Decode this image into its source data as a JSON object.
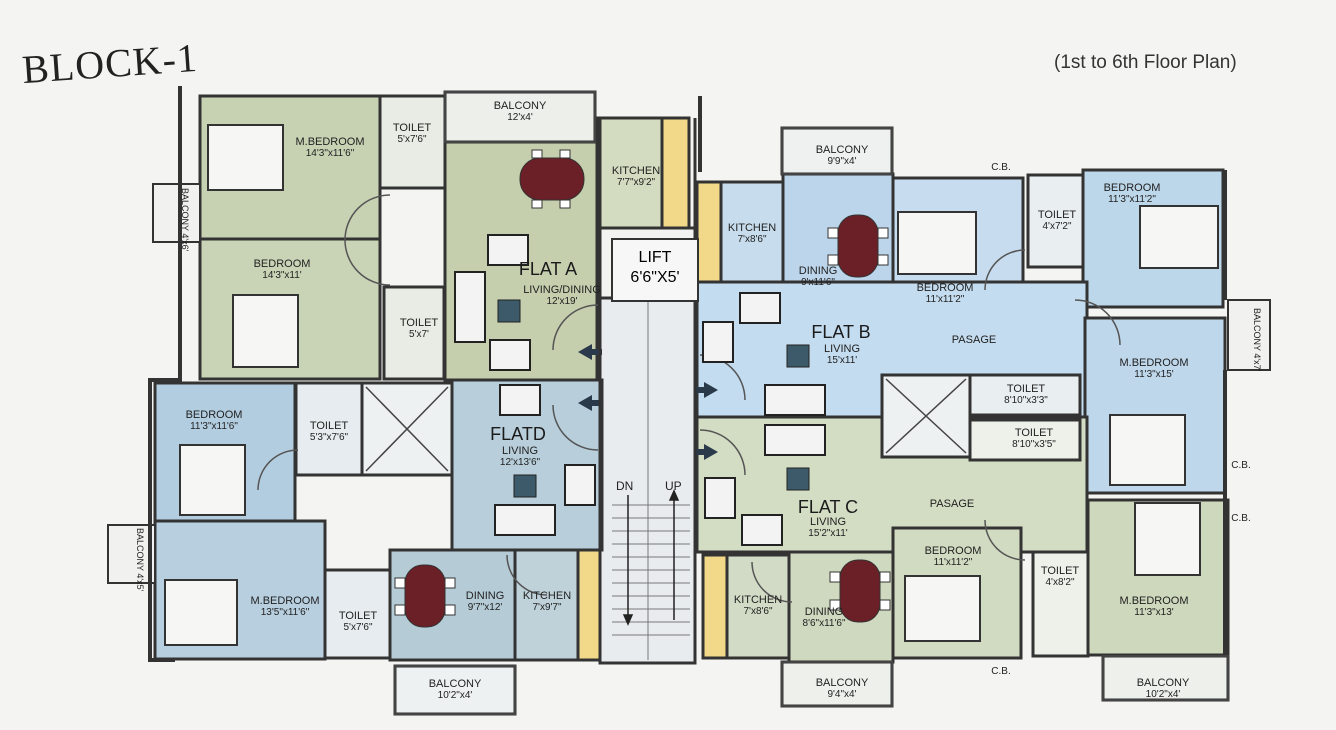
{
  "title": "BLOCK-1",
  "subtitle": "(1st to 6th Floor Plan)",
  "lift": {
    "name": "LIFT",
    "dims": "6'6\"X5'"
  },
  "stairs": {
    "dn": "DN",
    "up": "UP"
  },
  "flats": {
    "a": "FLAT A",
    "b": "FLAT B",
    "c": "FLAT C",
    "d": "FLATD"
  },
  "rooms": {
    "a_mbed": {
      "name": "M.BEDROOM",
      "dims": "14'3\"x11'6\""
    },
    "a_bed": {
      "name": "BEDROOM",
      "dims": "14'3\"x11'"
    },
    "a_toilet1": {
      "name": "TOILET",
      "dims": "5'x7'6\""
    },
    "a_toilet2": {
      "name": "TOILET",
      "dims": "5'x7'"
    },
    "a_balcony": {
      "name": "BALCONY",
      "dims": "12'x4'"
    },
    "a_kitchen": {
      "name": "KITCHEN",
      "dims": "7'7\"x9'2\""
    },
    "a_living": {
      "name": "LIVING/DINING",
      "dims": "12'x19'"
    },
    "a_balc_side": {
      "name": "BALCONY",
      "dims": "4'x6'"
    },
    "b_balcony": {
      "name": "BALCONY",
      "dims": "9'9\"x4'"
    },
    "b_kitchen": {
      "name": "KITCHEN",
      "dims": "7'x8'6\""
    },
    "b_dining": {
      "name": "DINING",
      "dims": "9'x11'6\""
    },
    "b_bed": {
      "name": "BEDROOM",
      "dims": "11'x11'2\""
    },
    "b_toilet1": {
      "name": "TOILET",
      "dims": "4'x7'2\""
    },
    "b_bed2": {
      "name": "BEDROOM",
      "dims": "11'3\"x11'2\""
    },
    "b_living": {
      "name": "LIVING",
      "dims": "15'x11'"
    },
    "b_pasage": {
      "name": "PASAGE"
    },
    "b_mbed": {
      "name": "M.BEDROOM",
      "dims": "11'3\"x15'"
    },
    "b_toilet2": {
      "name": "TOILET",
      "dims": "8'10\"x3'3\""
    },
    "b_balc_side": {
      "name": "BALCONY",
      "dims": "4'x7'"
    },
    "c_toilet": {
      "name": "TOILET",
      "dims": "8'10\"x3'5\""
    },
    "c_living": {
      "name": "LIVING",
      "dims": "15'2\"x11'"
    },
    "c_pasage": {
      "name": "PASAGE"
    },
    "c_bed": {
      "name": "BEDROOM",
      "dims": "11'x11'2\""
    },
    "c_toilet2": {
      "name": "TOILET",
      "dims": "4'x8'2\""
    },
    "c_mbed": {
      "name": "M.BEDROOM",
      "dims": "11'3\"x13'"
    },
    "c_kitchen": {
      "name": "KITCHEN",
      "dims": "7'x8'6\""
    },
    "c_dining": {
      "name": "DINING",
      "dims": "8'6\"x11'6\""
    },
    "c_balcony": {
      "name": "BALCONY",
      "dims": "9'4\"x4'"
    },
    "c_balcony2": {
      "name": "BALCONY",
      "dims": "10'2\"x4'"
    },
    "d_bed": {
      "name": "BEDROOM",
      "dims": "11'3\"x11'6\""
    },
    "d_toilet1": {
      "name": "TOILET",
      "dims": "5'3\"x7'6\""
    },
    "d_living": {
      "name": "LIVING",
      "dims": "12'x13'6\""
    },
    "d_mbed": {
      "name": "M.BEDROOM",
      "dims": "13'5\"x11'6\""
    },
    "d_toilet2": {
      "name": "TOILET",
      "dims": "5'x7'6\""
    },
    "d_dining": {
      "name": "DINING",
      "dims": "9'7\"x12'"
    },
    "d_kitchen": {
      "name": "KITCHEN",
      "dims": "7'x9'7\""
    },
    "d_balcony": {
      "name": "BALCONY",
      "dims": "10'2\"x4'"
    },
    "d_balc_side": {
      "name": "BALCONY",
      "dims": "4'x5'"
    }
  },
  "cb": {
    "c1": "C.B.",
    "c2": "C.B.",
    "c3": "C.B.",
    "c4": "C.B."
  },
  "colors": {
    "flat_a": "#c9d3b4",
    "flat_b": "#c6dcec",
    "flat_c": "#d2dcc2",
    "flat_d": "#b9cedb",
    "kitchen": "#f0d98a",
    "wall": "#333333"
  }
}
